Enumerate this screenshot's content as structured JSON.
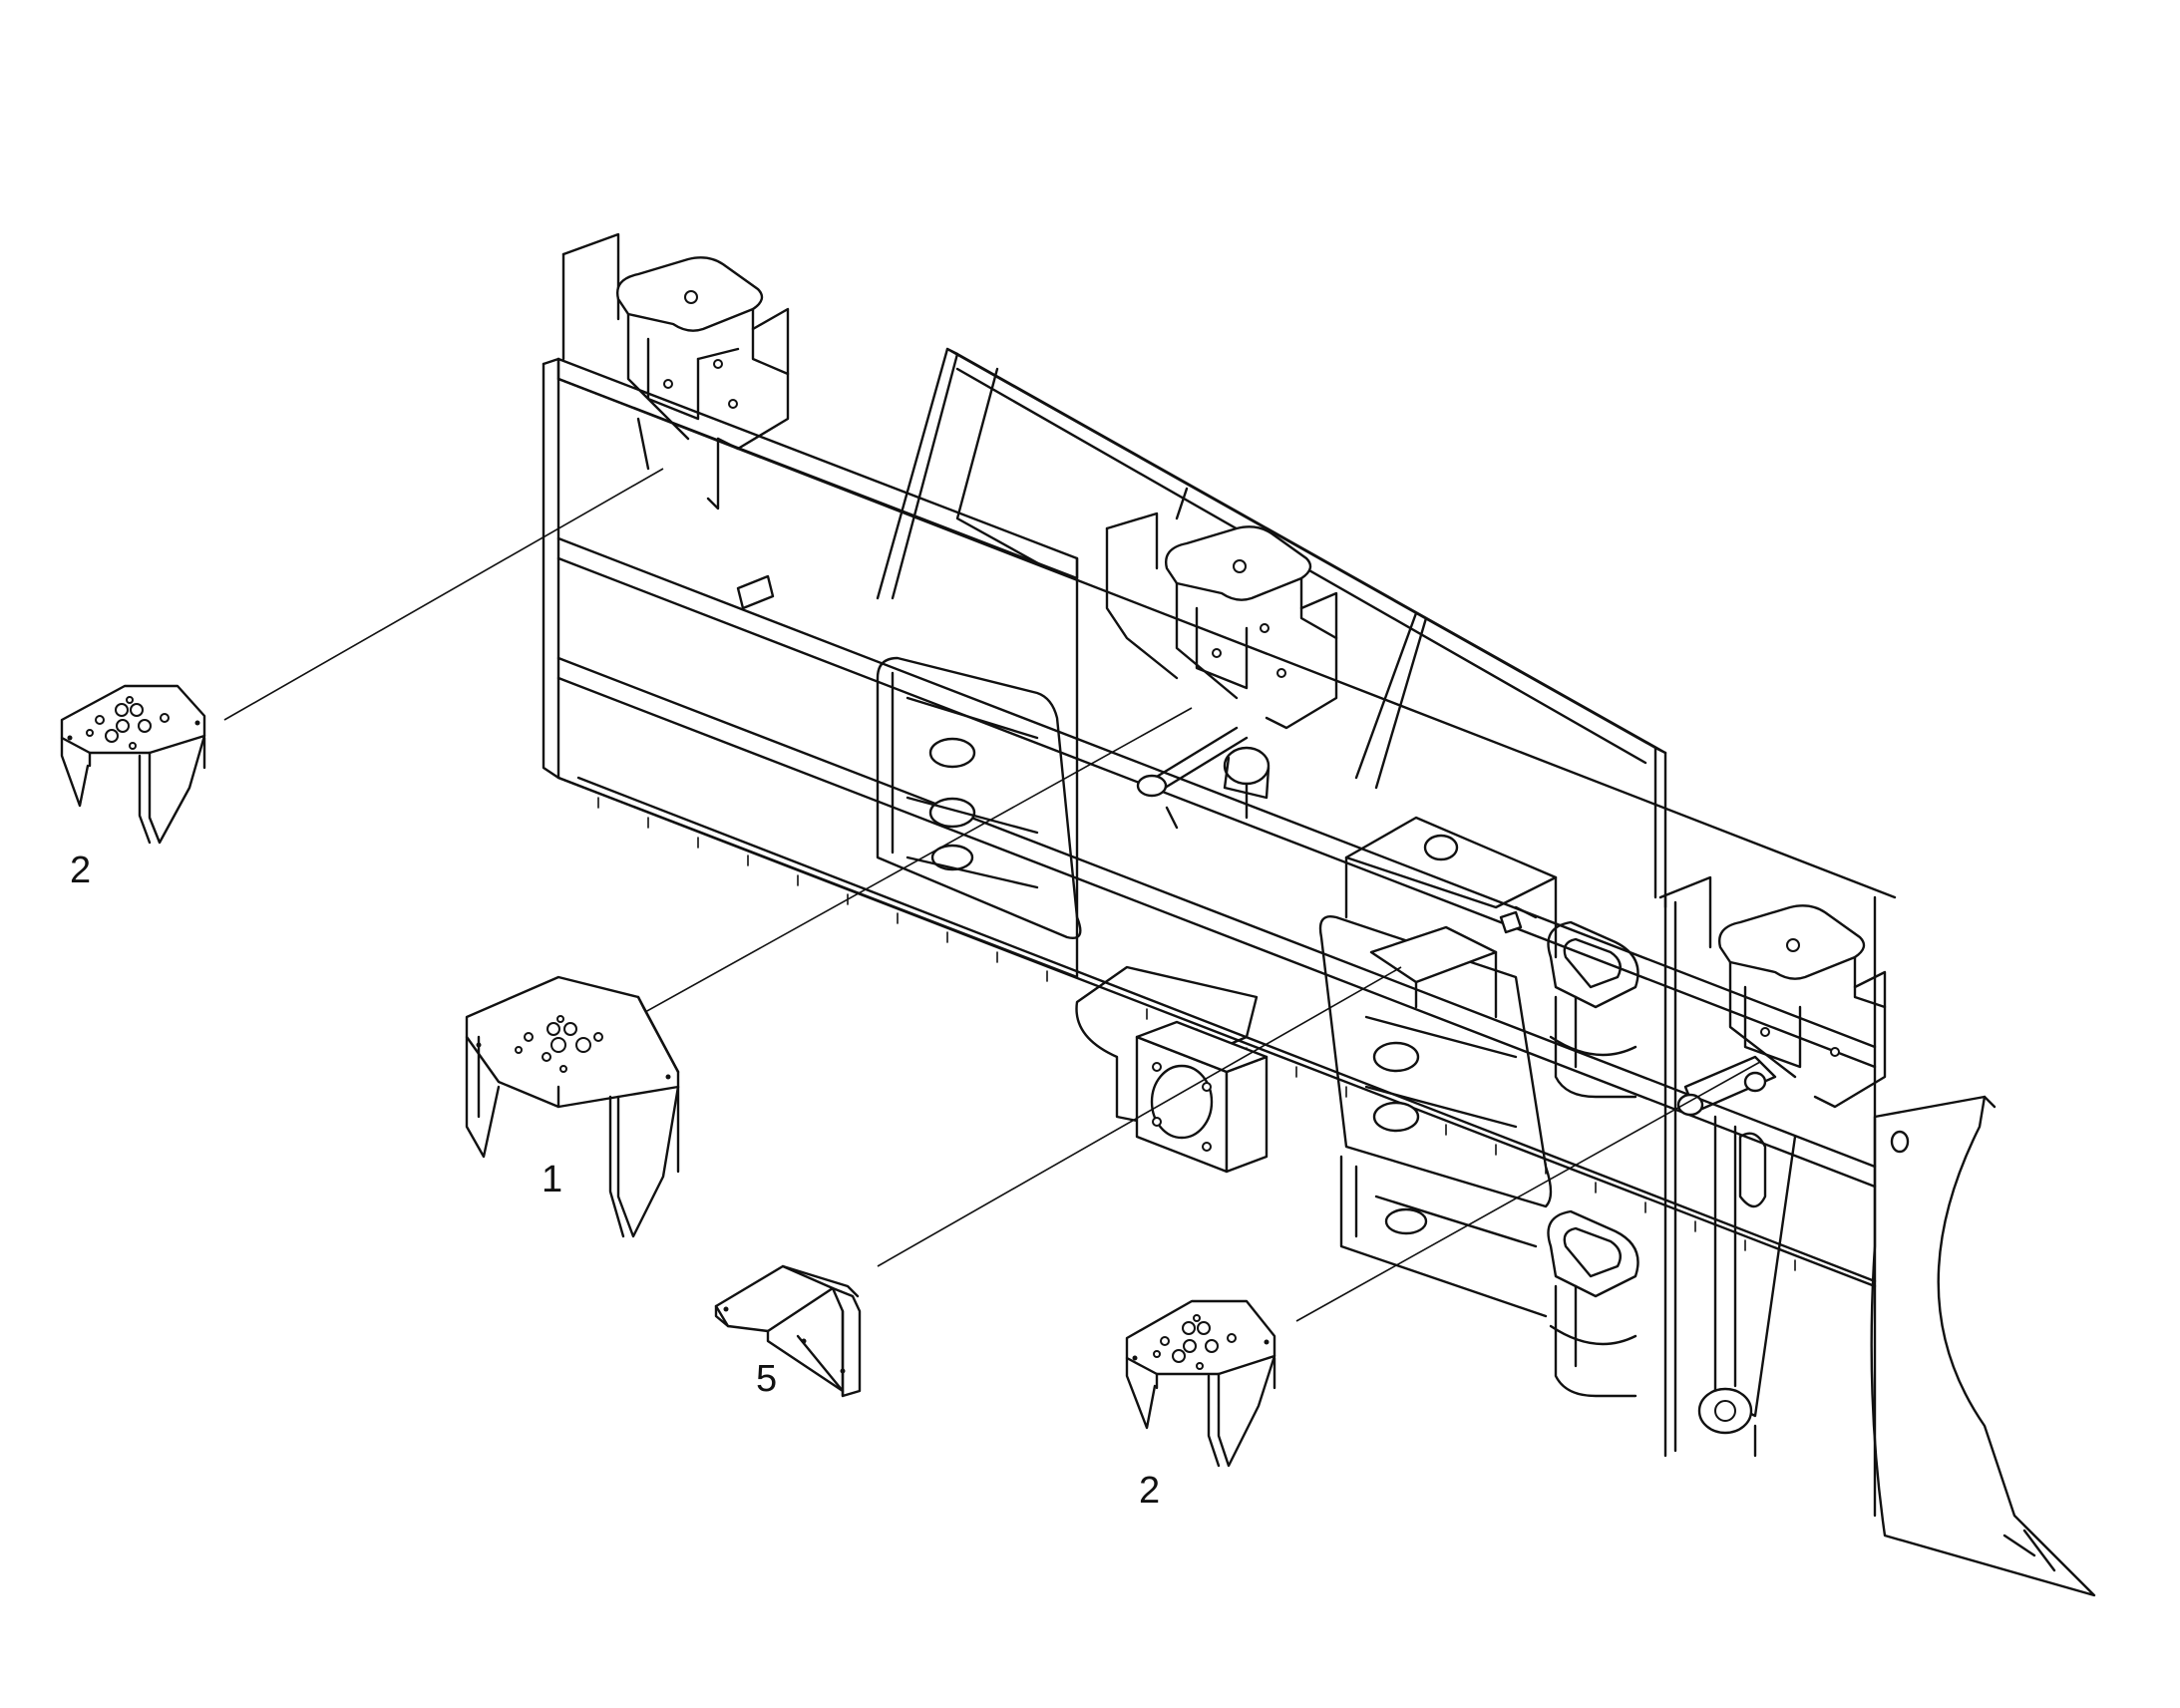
{
  "diagram": {
    "callouts": [
      {
        "id": "callout-2-left",
        "label": "2"
      },
      {
        "id": "callout-1",
        "label": "1"
      },
      {
        "id": "callout-5",
        "label": "5"
      },
      {
        "id": "callout-2-right",
        "label": "2"
      }
    ]
  }
}
